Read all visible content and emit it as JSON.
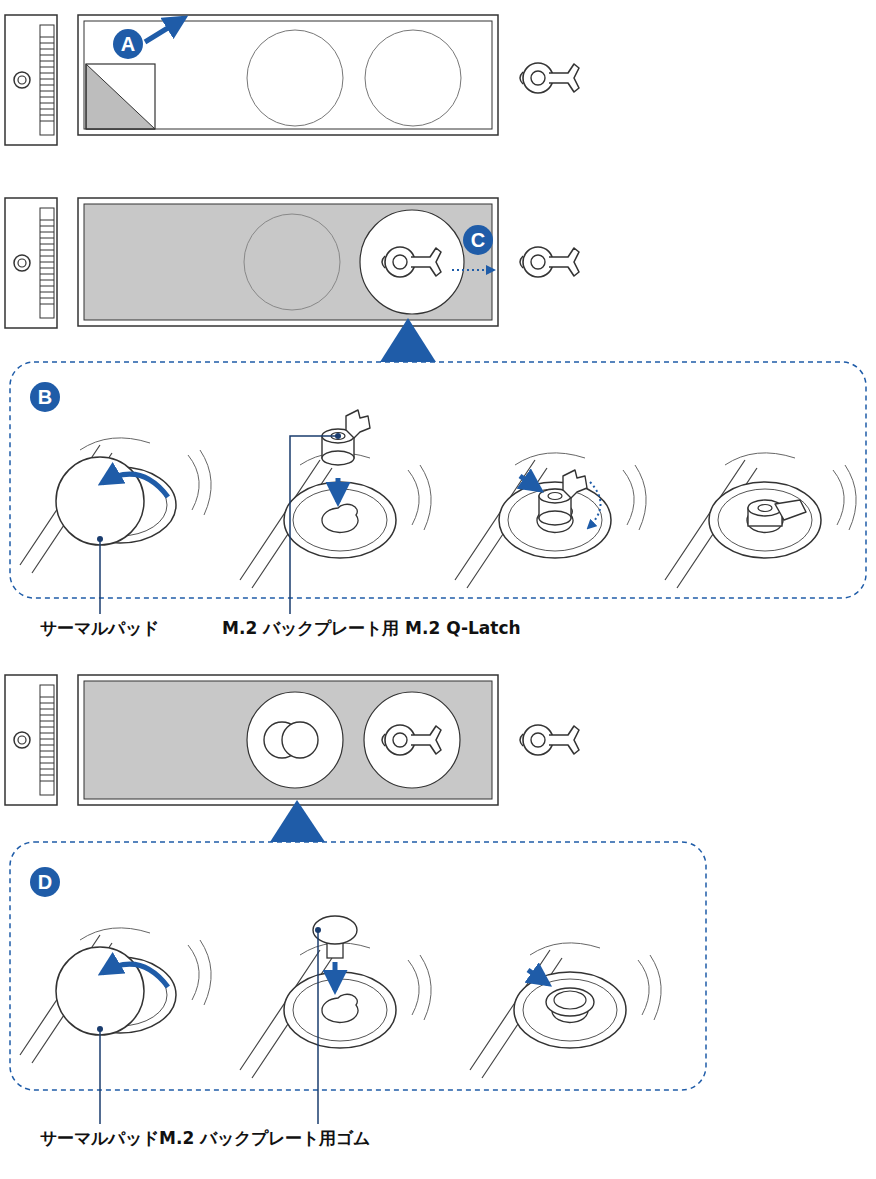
{
  "diagram": {
    "labels": [
      "A",
      "C",
      "B",
      "サーマルパッド",
      "M.2 バックプレート用 M.2 Q-Latch",
      "D",
      "サーマルパッドM.2 バックプレート用ゴム"
    ]
  }
}
